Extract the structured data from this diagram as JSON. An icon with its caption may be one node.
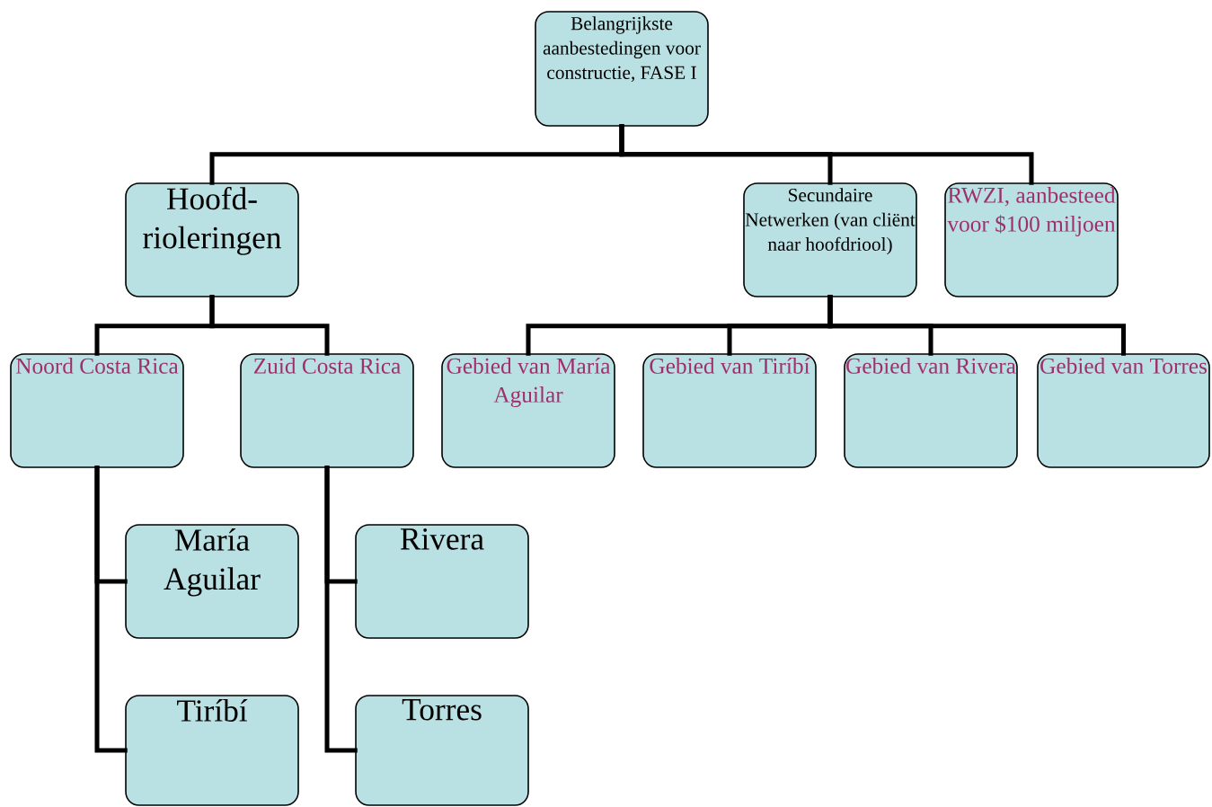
{
  "diagram": {
    "nodes": [
      {
        "text": [
          "Belangrijkste aanbestedingen voor constructie, FASE I"
        ]
      },
      {
        "text": [
          "Hoofd- rioleringen"
        ]
      },
      {
        "text": [
          "Secundaire Netwerken (van cliënt naar hoofdriool)"
        ]
      },
      {
        "text": [
          "RWZI, aanbesteed voor $100 miljoen"
        ]
      },
      {
        "text": [
          "Noord Costa Rica"
        ]
      },
      {
        "text": [
          "Zuid Costa Rica"
        ]
      },
      {
        "text": [
          "Gebied van María Aguilar"
        ]
      },
      {
        "text": [
          "Gebied van Tiríbí"
        ]
      },
      {
        "text": [
          "Gebied van Rivera"
        ]
      },
      {
        "text": [
          "Gebied van Torres"
        ]
      },
      {
        "text": [
          "María Aguilar"
        ]
      },
      {
        "text": [
          "Tiríbí"
        ]
      },
      {
        "text": [
          "Rivera"
        ]
      },
      {
        "text": [
          "Torres"
        ]
      }
    ],
    "edges": [
      {
        "from": 0,
        "to": 1,
        "arrow": "none"
      },
      {
        "from": 0,
        "to": 2,
        "arrow": "none"
      },
      {
        "from": 0,
        "to": 3,
        "arrow": "none"
      },
      {
        "from": 1,
        "to": 4,
        "arrow": "none"
      },
      {
        "from": 1,
        "to": 5,
        "arrow": "none"
      },
      {
        "from": 2,
        "to": 6,
        "arrow": "none"
      },
      {
        "from": 2,
        "to": 7,
        "arrow": "none"
      },
      {
        "from": 2,
        "to": 8,
        "arrow": "none"
      },
      {
        "from": 2,
        "to": 9,
        "arrow": "none"
      },
      {
        "from": 4,
        "to": 10,
        "arrow": "none"
      },
      {
        "from": 4,
        "to": 11,
        "arrow": "none"
      },
      {
        "from": 5,
        "to": 12,
        "arrow": "none"
      },
      {
        "from": 5,
        "to": 13,
        "arrow": "none"
      }
    ]
  }
}
